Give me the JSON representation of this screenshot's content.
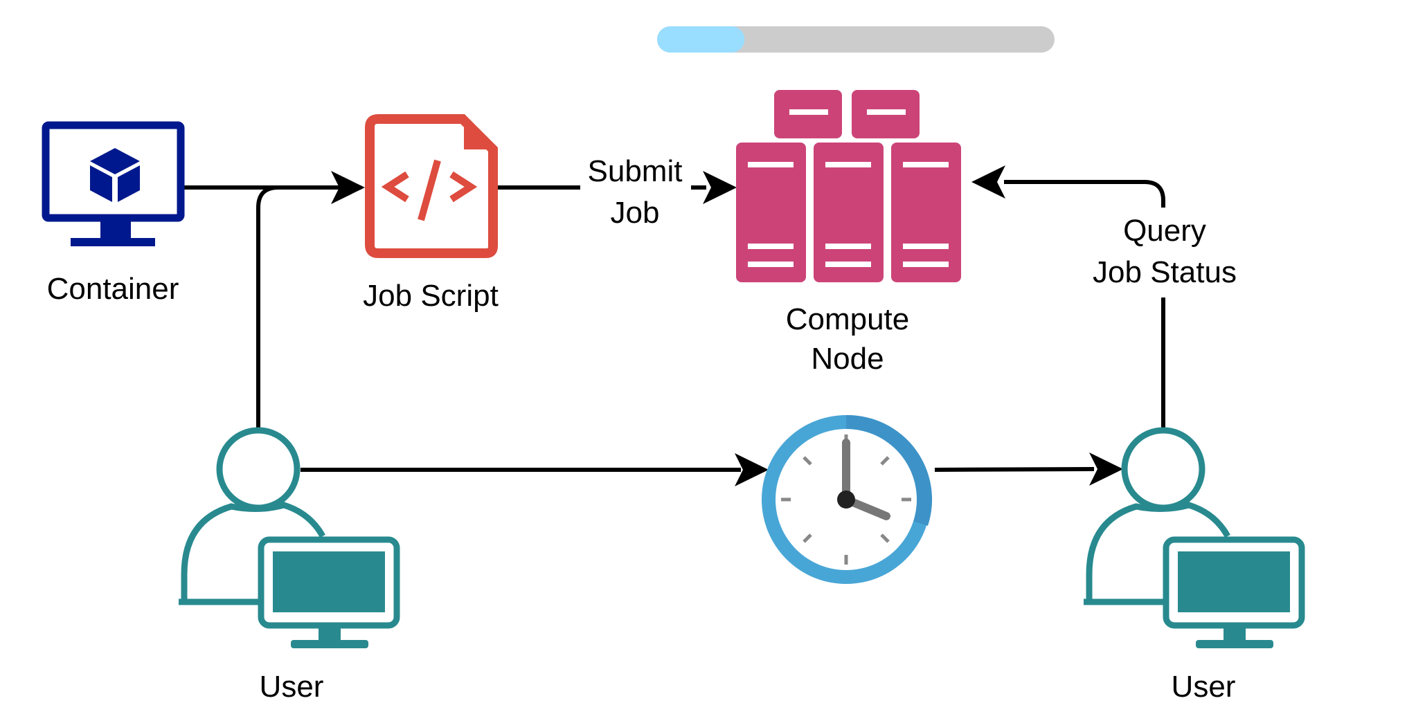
{
  "progress": {
    "fraction": 0.22,
    "fill_color": "#99ddff",
    "track_color": "#cccccc"
  },
  "nodes": {
    "container": {
      "label": "Container",
      "icon": "container-monitor-icon",
      "color": "#00188d"
    },
    "job_script": {
      "label": "Job Script",
      "icon": "code-file-icon",
      "color": "#dd4c3e"
    },
    "compute_node": {
      "label_lines": [
        "Compute",
        "Node"
      ],
      "icon": "server-rack-icon",
      "color": "#cc4477"
    },
    "user_left": {
      "label": "User",
      "icon": "user-workstation-icon",
      "color": "#288a8f"
    },
    "user_right": {
      "label": "User",
      "icon": "user-workstation-icon",
      "color": "#288a8f"
    },
    "clock": {
      "icon": "clock-icon",
      "color": "#48a6d6"
    }
  },
  "edges": {
    "submit_job": {
      "label_lines": [
        "Submit",
        "Job"
      ]
    },
    "query_status": {
      "label_lines": [
        "Query",
        "Job Status"
      ]
    }
  },
  "colors": {
    "arrow": "#000000"
  }
}
